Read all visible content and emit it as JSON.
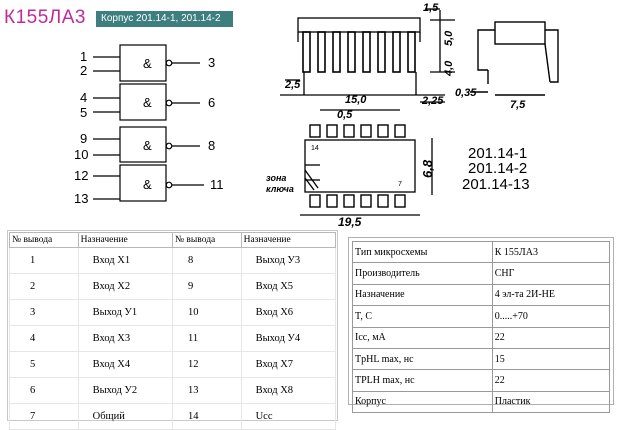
{
  "header": {
    "title": "К155ЛА3",
    "package_tab": "Корпус 201.14-1, 201.14-2"
  },
  "logic_diagram": {
    "gate_symbol": "&",
    "pins": [
      "1",
      "2",
      "3",
      "4",
      "5",
      "6",
      "9",
      "10",
      "8",
      "12",
      "13",
      "11"
    ]
  },
  "package_drawing": {
    "dim_1_5": "1,5",
    "dim_5_0": "5,0",
    "dim_4_0": "4,0",
    "dim_2_5": "2,5",
    "dim_15_0": "15,0",
    "dim_2_25": "2,25",
    "dim_0_5": "0,5",
    "dim_0_35": "0,35",
    "dim_7_5": "7,5",
    "dim_6_8": "6,8",
    "dim_19_5": "19,5",
    "pin_14": "14",
    "pin_7": "7",
    "key_zone_line1": "зона",
    "key_zone_line2": "ключа",
    "package_codes": [
      "201.14-1",
      "201.14-2",
      "201.14-13"
    ]
  },
  "pin_table": {
    "headers": [
      "№ вывода",
      "Назначение",
      "№ вывода",
      "Назначение"
    ],
    "rows": [
      [
        "1",
        "Вход Х1",
        "8",
        "Выход У3"
      ],
      [
        "2",
        "Вход Х2",
        "9",
        "Вход Х5"
      ],
      [
        "3",
        "Выход У1",
        "10",
        "Вход Х6"
      ],
      [
        "4",
        "Вход Х3",
        "11",
        "Выход У4"
      ],
      [
        "5",
        "Вход Х4",
        "12",
        "Вход Х7"
      ],
      [
        "6",
        "Выход У2",
        "13",
        "Вход Х8"
      ],
      [
        "7",
        "Общий",
        "14",
        "Ucc"
      ]
    ]
  },
  "spec_table": {
    "rows": [
      [
        "Тип микросхемы",
        "К 155ЛА3"
      ],
      [
        "Производитель",
        "СНГ"
      ],
      [
        "Назначение",
        "4 эл-та 2И-НЕ"
      ],
      [
        "T, C",
        "0.....+70"
      ],
      [
        "Icc, мА",
        "22"
      ],
      [
        "TpHL max, нс",
        "15"
      ],
      [
        "TPLH max, нс",
        "22"
      ],
      [
        "Корпус",
        "Пластик"
      ]
    ]
  },
  "colors": {
    "title": "#c02a9a",
    "badge_bg": "#3d7f7f",
    "badge_text": "#ffffff"
  }
}
